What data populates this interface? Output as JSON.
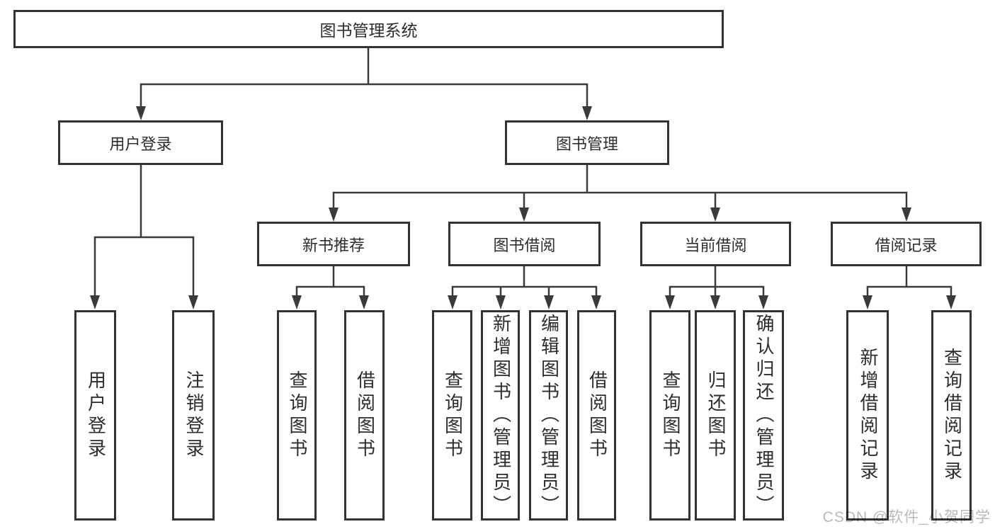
{
  "diagram": {
    "type": "hierarchy-tree",
    "root": "图书管理系统",
    "level2": {
      "user_login_branch": "用户登录",
      "book_mgmt_branch": "图书管理"
    },
    "level3": {
      "new_book_rec": "新书推荐",
      "book_borrow": "图书借阅",
      "current_borrow": "当前借阅",
      "borrow_record": "借阅记录"
    },
    "leaves": {
      "leaf_user_login": "用户登录",
      "leaf_logout": "注销登录",
      "rec_query_book": "查询图书",
      "rec_borrow_book": "借阅图书",
      "bb_query_book": "查询图书",
      "bb_add_book": "新增图书（管理员）",
      "bb_edit_book": "编辑图书（管理员）",
      "bb_borrow_book": "借阅图书",
      "cb_query_book": "查询图书",
      "cb_return_book": "归还图书",
      "cb_confirm_return": "确认归还（管理员）",
      "br_add_record": "新增借阅记录",
      "br_query_record": "查询借阅记录"
    },
    "hierarchy": {
      "图书管理系统": {
        "用户登录": [
          "用户登录",
          "注销登录"
        ],
        "图书管理": {
          "新书推荐": [
            "查询图书",
            "借阅图书"
          ],
          "图书借阅": [
            "查询图书",
            "新增图书（管理员）",
            "编辑图书（管理员）",
            "借阅图书"
          ],
          "当前借阅": [
            "查询图书",
            "归还图书",
            "确认归还（管理员）"
          ],
          "借阅记录": [
            "新增借阅记录",
            "查询借阅记录"
          ]
        }
      }
    }
  },
  "watermark": "CSDN @软件_小贺同学",
  "colors": {
    "line": "#3a3a3a",
    "border": "#333333",
    "text": "#2d2d2d",
    "watermark": "#b9b9b9",
    "background": "#ffffff"
  }
}
